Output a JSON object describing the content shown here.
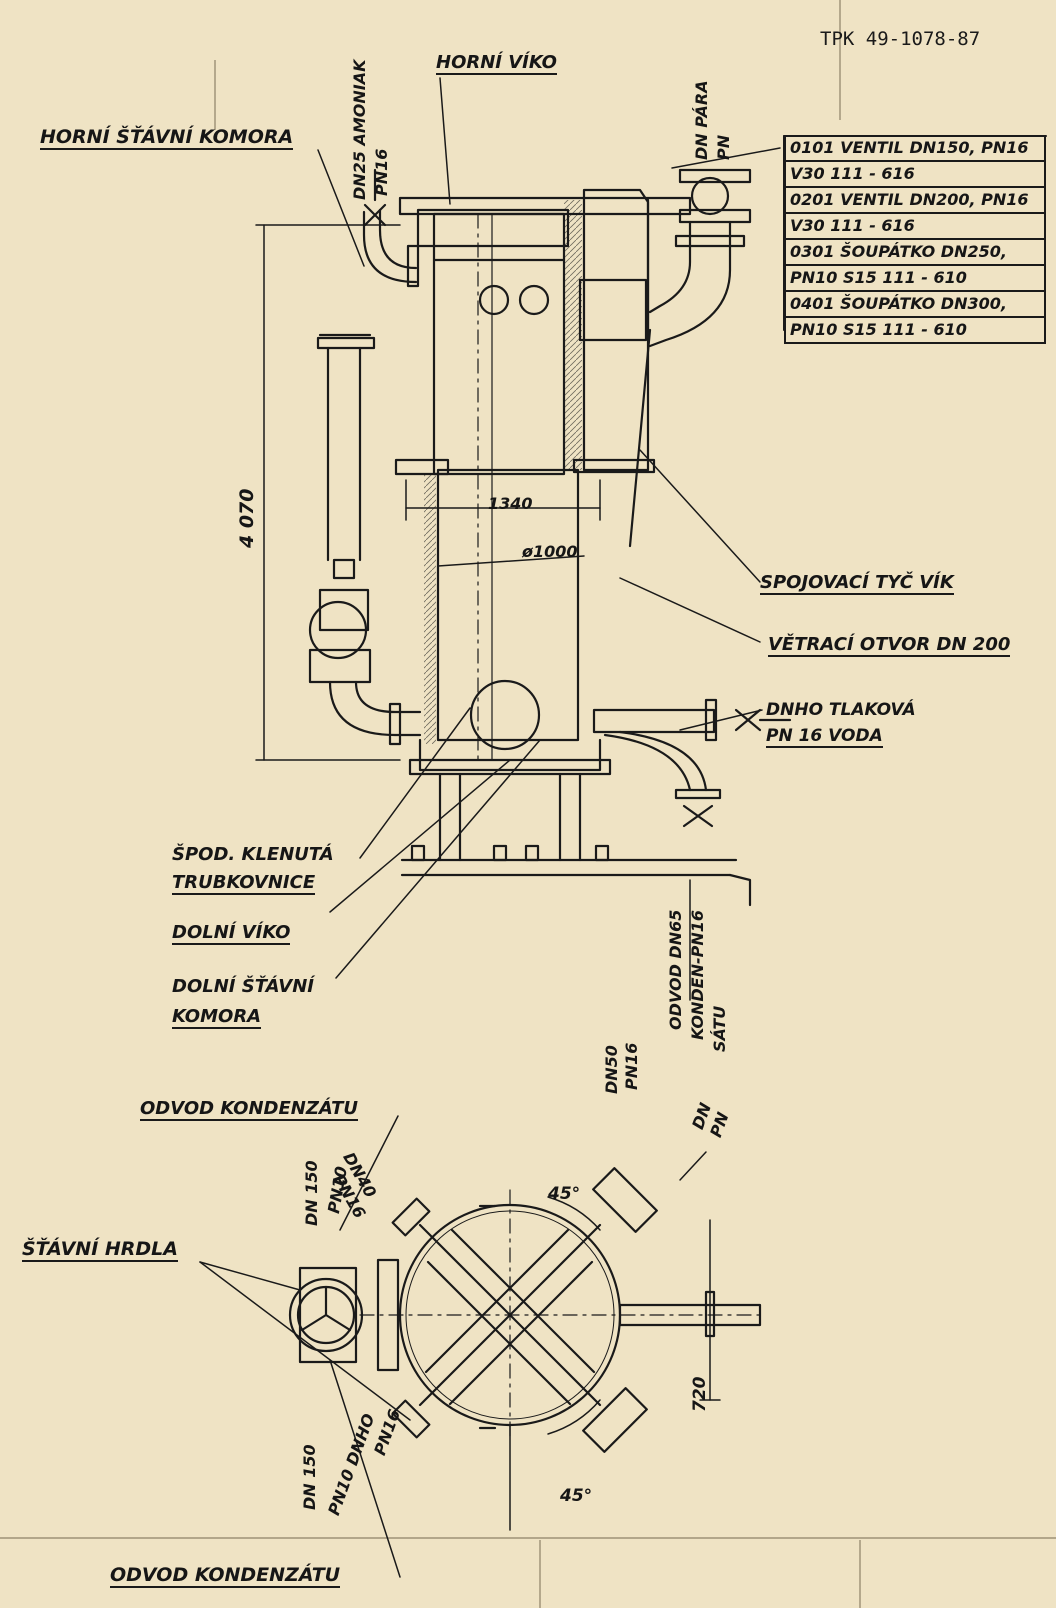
{
  "document": {
    "number": "TPK 49-1078-87"
  },
  "labels": {
    "horni_viko": "HORNÍ VÍKO",
    "horni_stavni_komora": "HORNÍ ŠŤÁVNÍ KOMORA",
    "dn25_amoniak": "DN25 AMONIAK",
    "pn16_amoniak": "PN16",
    "dn_para": "DN PÁRA",
    "pn_para": "PN",
    "dim_height": "4 070",
    "dim_1340": "1340",
    "dim_d1000": "ø1000",
    "spojovaci_tyc": "SPOJOVACÍ TYČ VÍK",
    "vetraci_otvor": "VĚTRACÍ OTVOR DN 200",
    "dnho_tlakova": "DNHO TLAKOVÁ",
    "pn16_voda": "PN 16 VODA",
    "spod_klenuta": "ŠPOD. KLENUTÁ",
    "trubkovnice": "TRUBKOVNICE",
    "dolni_viko": "DOLNÍ VÍKO",
    "dolni_stavni": "DOLNÍ ŠŤÁVNÍ",
    "komora": "KOMORA",
    "odvod_dn65": "ODVOD DN65",
    "kondenzatu_pn16": "KONDEN-PN16",
    "satu": "SÁTU",
    "odvod_kondenzatu_1": "ODVOD KONDENZÁTU",
    "dn50_pn16_a": "DN50",
    "dn50_pn16_b": "PN16",
    "dn_pn_right_a": "DN",
    "dn_pn_right_b": "PN",
    "dn150_top_a": "DN 150",
    "dn150_top_b": "PN10",
    "dn40_a": "DN40",
    "dn40_b": "PN16",
    "angle_45_top": "45°",
    "stavni_hrdla": "ŠŤÁVNÍ HRDLA",
    "dim_720": "720",
    "dn150_bot_a": "DN 150",
    "dn150_bot_b": "PN10 DNHO",
    "dn150_bot_c": "PN16",
    "angle_45_bot": "45°",
    "odvod_kondenzatu_2": "ODVOD KONDENZÁTU"
  },
  "valve_table": [
    "0101 VENTIL DN150, PN16",
    "V30 111 - 616",
    "0201 VENTIL DN200, PN16",
    "V30 111 - 616",
    "0301 ŠOUPÁTKO DN250,",
    "PN10  S15 111 - 610",
    "0401 ŠOUPÁTKO DN300,",
    "PN10  S15 111 - 610"
  ],
  "colors": {
    "paper": "#efe3c4",
    "ink": "#1a1a1a",
    "faded_text": "#b9ac8f"
  }
}
